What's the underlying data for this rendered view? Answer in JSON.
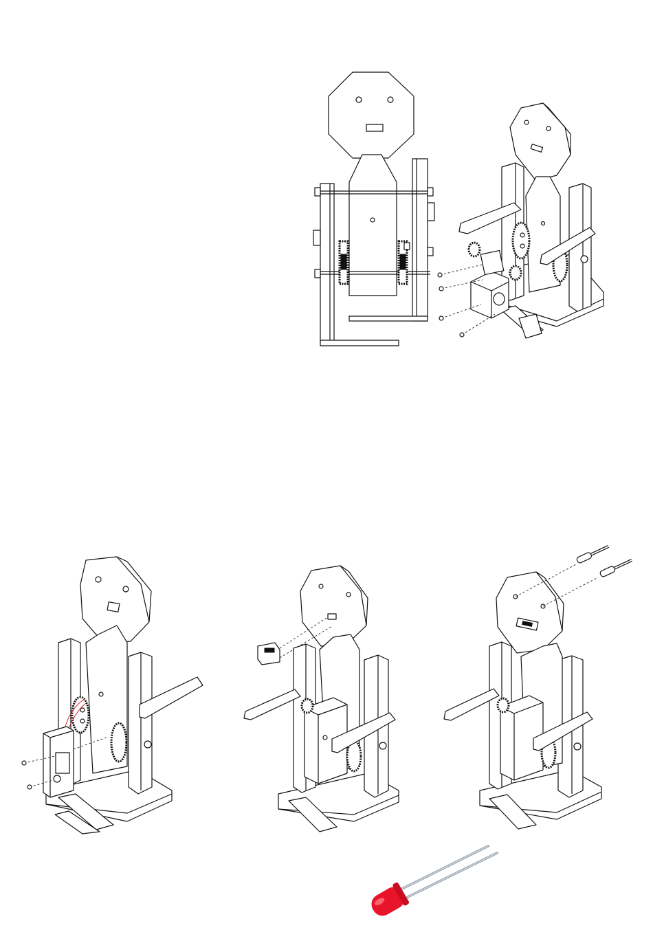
{
  "figures": [
    {
      "id": "front-view",
      "kind": "orthographic-front-view"
    },
    {
      "id": "step-1",
      "kind": "isometric-exploded-gearbox-mount"
    },
    {
      "id": "step-2",
      "kind": "isometric-battery-holder-mount"
    },
    {
      "id": "step-3",
      "kind": "isometric-switch-mount"
    },
    {
      "id": "step-4",
      "kind": "isometric-led-eyes"
    },
    {
      "id": "led-photo",
      "kind": "red-led-component"
    }
  ],
  "colors": {
    "line": "#111111",
    "paper": "#ffffff",
    "led_red": "#e8142a",
    "led_leg": "#9aa4b0",
    "wire_red": "#cc2222"
  }
}
